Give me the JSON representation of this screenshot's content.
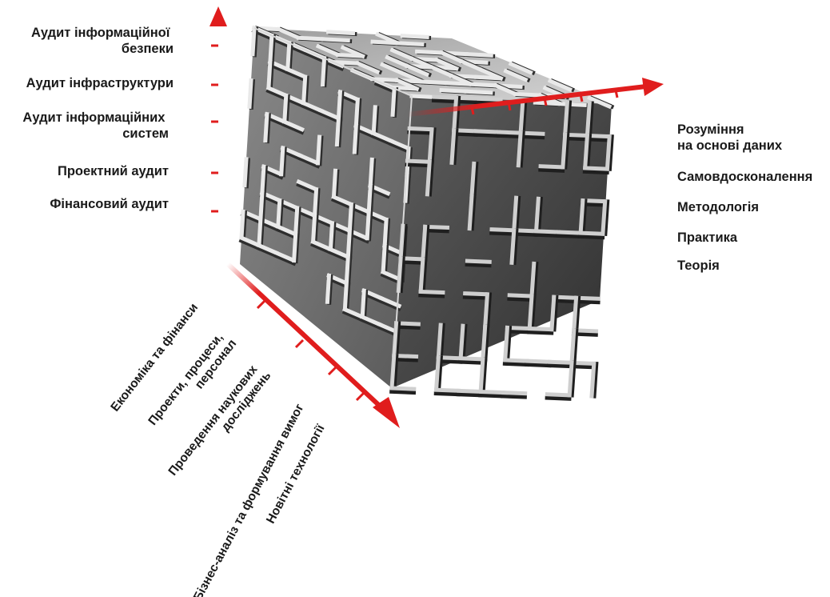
{
  "vertical_axis": {
    "color": "#e01d1d",
    "labels": [
      [
        "Аудит інформаційної",
        "безпеки"
      ],
      [
        "Аудит інфраструктури"
      ],
      [
        "Аудит інформаційних",
        "систем"
      ],
      [
        "Проектний аудит"
      ],
      [
        "Фінансовий аудит"
      ]
    ]
  },
  "horizontal_axis": {
    "color": "#e01d1d",
    "labels": [
      [
        "Розуміння",
        "на основі даних"
      ],
      [
        "Самовдосконалення"
      ],
      [
        "Методологія"
      ],
      [
        "Практика"
      ],
      [
        "Теорія"
      ]
    ]
  },
  "depth_axis": {
    "color": "#e01d1d",
    "labels": [
      [
        "Економіка та фінанси"
      ],
      [
        "Проекти, процеси,",
        "персонал"
      ],
      [
        "Проведення наукових",
        "досліджень"
      ],
      [
        "Бізнес-аналіз та формування вимог"
      ],
      [
        "Новітні технології"
      ]
    ]
  },
  "cube": {
    "pattern": "maze",
    "colors": {
      "front_base": "#6b6b6b",
      "right_base": "#4a4a4a",
      "top_base": "#b8b8b8",
      "wall_light": "#e9e9e9",
      "wall_shadow": "#2e2e2e"
    }
  }
}
